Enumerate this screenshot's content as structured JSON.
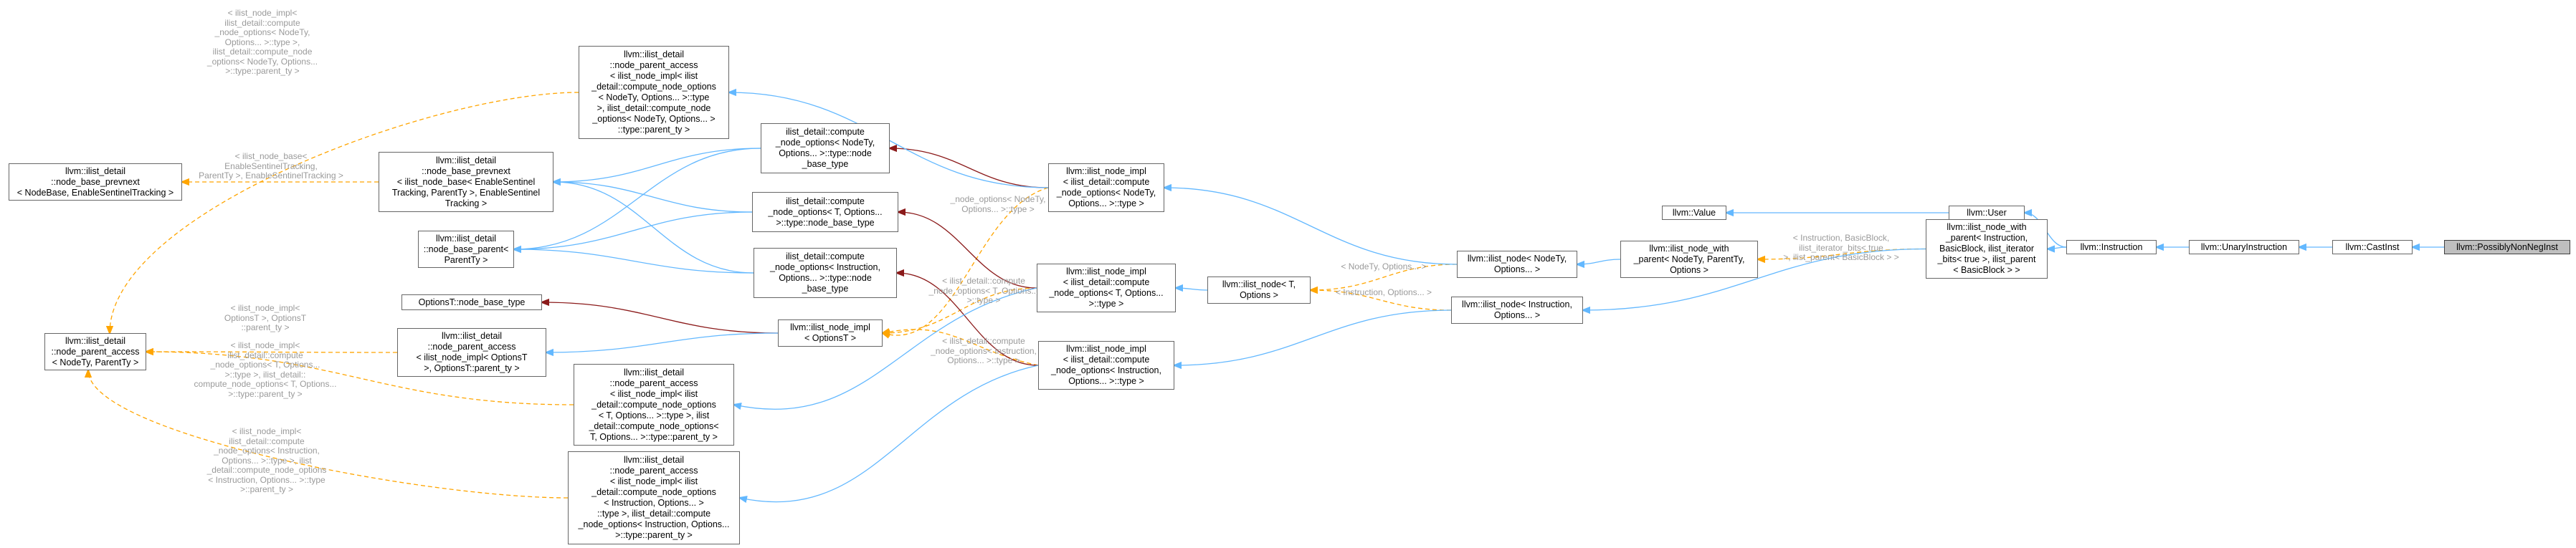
{
  "colors": {
    "inherit": "#63b8ff",
    "usage": "#8b1a1a",
    "template": "#ffa500",
    "border": "#666666",
    "current_fill": "#bfbfbf"
  },
  "nodes": [
    {
      "id": "possibly_non_neg_inst",
      "lines": [
        "llvm::PossiblyNonNegInst"
      ],
      "current": true
    },
    {
      "id": "cast_inst",
      "lines": [
        "llvm::CastInst"
      ]
    },
    {
      "id": "unary_instruction",
      "lines": [
        "llvm::UnaryInstruction"
      ]
    },
    {
      "id": "instruction",
      "lines": [
        "llvm::Instruction"
      ]
    },
    {
      "id": "user",
      "lines": [
        "llvm::User"
      ]
    },
    {
      "id": "value",
      "lines": [
        "llvm::Value"
      ]
    },
    {
      "id": "ilist_node_with_parent_inst",
      "lines": [
        "llvm::ilist_node_with",
        "_parent< Instruction,",
        "BasicBlock, ilist_iterator",
        "_bits< true >, ilist_parent",
        "< BasicBlock > >"
      ]
    },
    {
      "id": "ilist_node_with_parent_generic",
      "lines": [
        "llvm::ilist_node_with",
        "_parent< NodeTy, ParentTy,",
        "Options >"
      ]
    },
    {
      "id": "ilist_node_nodety",
      "lines": [
        "llvm::ilist_node< NodeTy,",
        "Options... >"
      ]
    },
    {
      "id": "ilist_node_instruction",
      "lines": [
        "llvm::ilist_node< Instruction,",
        "Options... >"
      ]
    },
    {
      "id": "ilist_node_t",
      "lines": [
        "llvm::ilist_node< T,",
        "Options >"
      ]
    },
    {
      "id": "impl_nodety",
      "lines": [
        "llvm::ilist_node_impl",
        "< ilist_detail::compute",
        "_node_options< NodeTy,",
        "Options... >::type >"
      ]
    },
    {
      "id": "impl_t",
      "lines": [
        "llvm::ilist_node_impl",
        "< ilist_detail::compute",
        "_node_options< T, Options...",
        ">::type >"
      ]
    },
    {
      "id": "impl_instruction",
      "lines": [
        "llvm::ilist_node_impl",
        "< ilist_detail::compute",
        "_node_options< Instruction,",
        "Options... >::type >"
      ]
    },
    {
      "id": "compute_nodety",
      "lines": [
        "ilist_detail::compute",
        "_node_options< NodeTy,",
        "Options... >::type::node",
        "_base_type"
      ]
    },
    {
      "id": "compute_t",
      "lines": [
        "ilist_detail::compute",
        "_node_options< T, Options...",
        ">::type::node_base_type"
      ]
    },
    {
      "id": "compute_instruction",
      "lines": [
        "ilist_detail::compute",
        "_node_options< Instruction,",
        "Options... >::type::node",
        "_base_type"
      ]
    },
    {
      "id": "impl_optionst",
      "lines": [
        "llvm::ilist_node_impl",
        "< OptionsT >"
      ]
    },
    {
      "id": "optionst_node_base_type",
      "lines": [
        "OptionsT::node_base_type"
      ]
    },
    {
      "id": "npa_optionst",
      "lines": [
        "llvm::ilist_detail",
        "::node_parent_access",
        "< ilist_node_impl< OptionsT",
        ">, OptionsT::parent_ty >"
      ]
    },
    {
      "id": "npa_nodety_top",
      "lines": [
        "llvm::ilist_detail",
        "::node_parent_access",
        "< ilist_node_impl< ilist",
        "_detail::compute_node_options",
        "< NodeTy, Options... >::type",
        ">, ilist_detail::compute_node",
        "_options< NodeTy, Options... >",
        "::type::parent_ty >"
      ]
    },
    {
      "id": "npa_t",
      "lines": [
        "llvm::ilist_detail",
        "::node_parent_access",
        "< ilist_node_impl< ilist",
        "_detail::compute_node_options",
        "< T, Options... >::type >, ilist",
        "_detail::compute_node_options<",
        "T, Options... >::type::parent_ty >"
      ]
    },
    {
      "id": "npa_instruction",
      "lines": [
        "llvm::ilist_detail",
        "::node_parent_access",
        "< ilist_node_impl< ilist",
        "_detail::compute_node_options",
        "< Instruction, Options... >",
        "::type >, ilist_detail::compute",
        "_node_options< Instruction, Options...",
        ">::type::parent_ty >"
      ]
    },
    {
      "id": "node_base_prevnext_inst",
      "lines": [
        "llvm::ilist_detail",
        "::node_base_prevnext",
        "< ilist_node_base< EnableSentinel",
        "Tracking, ParentTy >, EnableSentinel",
        "Tracking >"
      ]
    },
    {
      "id": "node_base_parent",
      "lines": [
        "llvm::ilist_detail",
        "::node_base_parent<",
        "ParentTy >"
      ]
    },
    {
      "id": "node_base_prevnext_generic",
      "lines": [
        "llvm::ilist_detail",
        "::node_base_prevnext",
        "< NodeBase, EnableSentinelTracking >"
      ]
    },
    {
      "id": "node_parent_access_generic",
      "lines": [
        "llvm::ilist_detail",
        "::node_parent_access",
        "< NodeTy, ParentTy >"
      ]
    }
  ],
  "edge_labels": [
    {
      "id": "lbl_inst_parent",
      "lines": [
        "< Instruction, BasicBlock,",
        "ilist_iterator_bits< true",
        ">, ilist_parent< BasicBlock > >"
      ]
    },
    {
      "id": "lbl_nodety_options",
      "lines": [
        "< NodeTy, Options... >"
      ]
    },
    {
      "id": "lbl_instruction_options",
      "lines": [
        "< Instruction, Options... >"
      ]
    },
    {
      "id": "lbl_node_options_nodety",
      "lines": [
        "_node_options< NodeTy,",
        "Options... >::type >"
      ]
    },
    {
      "id": "lbl_node_options_t",
      "lines": [
        "< ilist_detail::compute",
        "_node_options< T, Options...",
        ">::type >"
      ]
    },
    {
      "id": "lbl_node_options_instruction",
      "lines": [
        "< ilist_detail::compute",
        "_node_options< Instruction,",
        "Options... >::type >"
      ]
    },
    {
      "id": "lbl_base_prevnext",
      "lines": [
        "< ilist_node_base<",
        "EnableSentinelTracking,",
        "ParentTy >, EnableSentinelTracking >"
      ]
    },
    {
      "id": "lbl_npa_top",
      "lines": [
        "< ilist_node_impl<",
        "ilist_detail::compute",
        "_node_options< NodeTy,",
        "Options... >::type >,",
        "ilist_detail::compute_node",
        "_options< NodeTy, Options...",
        ">::type::parent_ty >"
      ]
    },
    {
      "id": "lbl_npa_optionst",
      "lines": [
        "< ilist_node_impl<",
        "OptionsT >, OptionsT",
        "::parent_ty >"
      ]
    },
    {
      "id": "lbl_npa_t",
      "lines": [
        "< ilist_node_impl<",
        "ilist_detail::compute",
        "_node_options< T, Options...",
        ">::type >, ilist_detail::",
        "compute_node_options< T, Options...",
        ">::type::parent_ty >"
      ]
    },
    {
      "id": "lbl_npa_instruction",
      "lines": [
        "< ilist_node_impl<",
        "ilist_detail::compute",
        "_node_options< Instruction,",
        "Options... >::type >, ilist",
        "_detail::compute_node_options",
        "< Instruction, Options... >::type",
        ">::parent_ty >"
      ]
    }
  ]
}
